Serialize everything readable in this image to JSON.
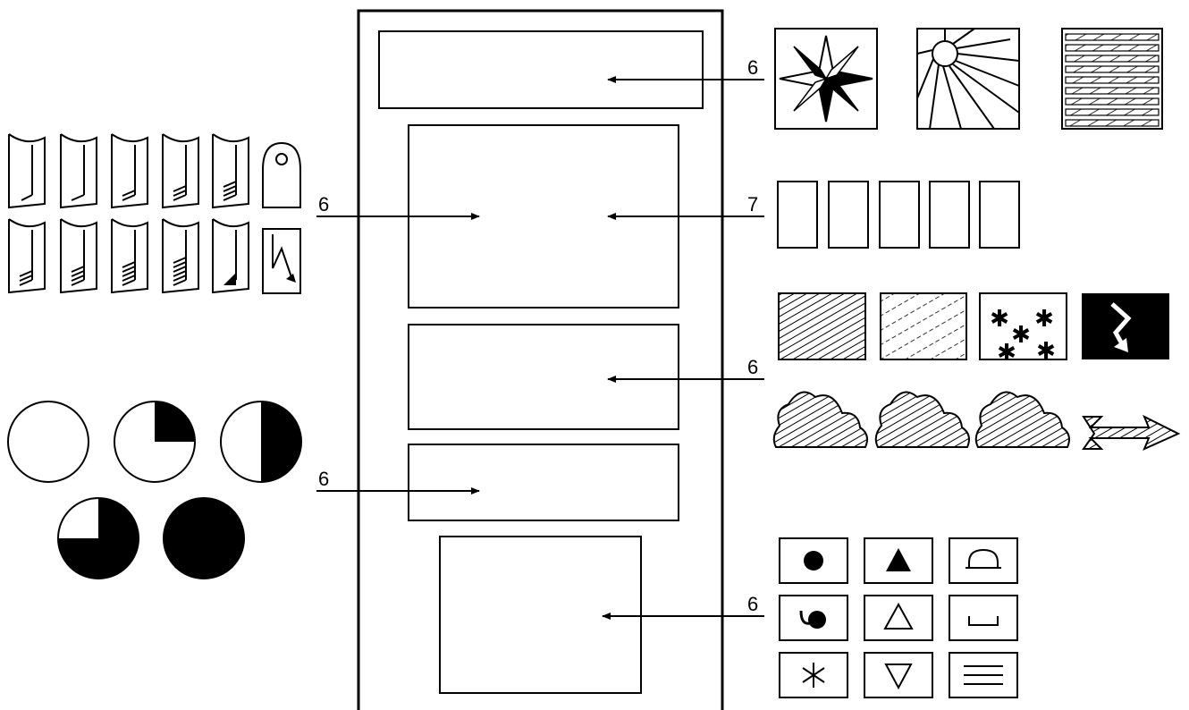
{
  "labels": {
    "top": "6",
    "left_mid": "6",
    "right_mid": "7",
    "right_lower": "6",
    "left_lower": "6",
    "bottom": "6"
  },
  "colors": {
    "ink": "#000000",
    "paper": "#ffffff"
  },
  "symbols": {
    "wind_flags": [
      "wind-speed-flag-icon"
    ],
    "cloud_cover": [
      0,
      0.25,
      0.5,
      0.75,
      1
    ],
    "weather_grid": [
      [
        "rain-dot-icon",
        "hail-triangle-icon",
        "shower-dome-icon"
      ],
      [
        "drizzle-comma-icon",
        "sleet-triangle-icon",
        "bracket-icon"
      ],
      [
        "snow-asterisk-icon",
        "inverted-triangle-icon",
        "fog-lines-icon"
      ]
    ]
  }
}
